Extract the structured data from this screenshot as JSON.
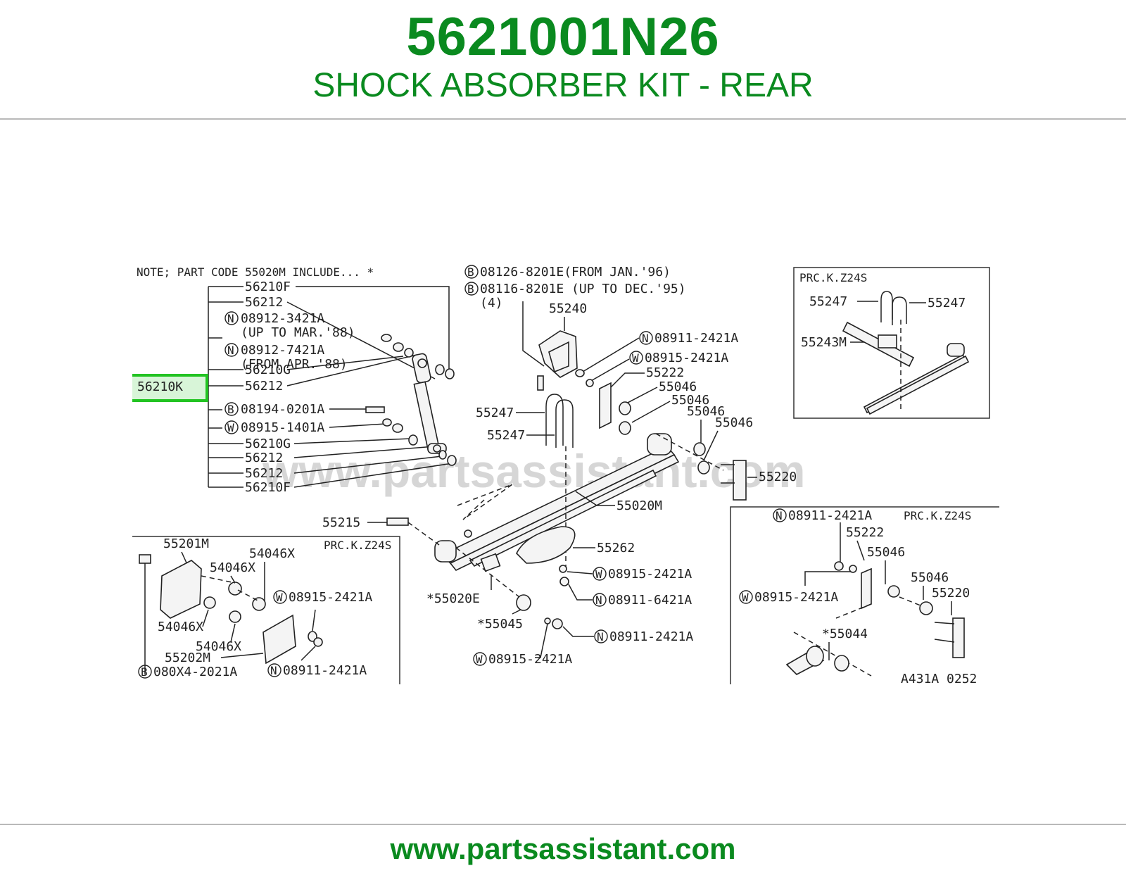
{
  "header": {
    "part_number": "5621001N26",
    "title": "SHOCK ABSORBER KIT - REAR"
  },
  "footer": {
    "url": "www.partsassistant.com"
  },
  "colors": {
    "brand": "#0a8a1f",
    "highlight": "#22c322",
    "highlight_fill": "#d8f5d8",
    "rule": "#b9b9b9"
  },
  "diagram": {
    "watermark": "www.partsassistant.com",
    "note": "NOTE; PART CODE 55020M INCLUDE... *",
    "highlighted_part": "56210K",
    "shock_labels": {
      "l1": "56210F",
      "l2": "56212",
      "l3": "08912-3421A",
      "l4": "(UP TO MAR.'88)",
      "l5": "08912-7421A",
      "l6": "(FROM APR.'88)",
      "l7": "56210G",
      "l8": "56212",
      "l9": "08194-0201A",
      "l10": "08915-1401A",
      "l11": "56210G",
      "l12": "56212",
      "l13": "56212",
      "l14": "56210F"
    },
    "spring_labels": {
      "b1": "08126-8201E(FROM JAN.'96)",
      "b2": "08116-8201E (UP TO DEC.'95)",
      "qty": "(4)",
      "p55240": "55240",
      "n1": "08911-2421A",
      "w1": "08915-2421A",
      "p55222": "55222",
      "p55046a": "55046",
      "p55046b": "55046",
      "p55046c": "55046",
      "p55046d": "55046",
      "p55247a": "55247",
      "p55247b": "55247",
      "p55220": "55220",
      "p55020m": "55020M",
      "p55215": "55215",
      "p55262": "55262",
      "w2": "08915-2421A",
      "n2": "08911-6421A",
      "p55020e": "*55020E",
      "p55045": "*55045",
      "n3": "08911-2421A",
      "w3": "08915-2421A"
    },
    "inset_top_right": {
      "prc": "PRC.K.Z24S",
      "a": "55247",
      "b": "55247",
      "c": "55243M"
    },
    "inset_bottom_left": {
      "prc": "PRC.K.Z24S",
      "p55201m": "55201M",
      "p54046x_a": "54046X",
      "p54046x_b": "54046X",
      "w": "08915-2421A",
      "p54046x_c": "54046X",
      "p54046x_d": "54046X",
      "p55202m": "55202M",
      "n": "08911-2421A",
      "b": "080X4-2021A"
    },
    "inset_bottom_right": {
      "n": "08911-2421A",
      "prc": "PRC.K.Z24S",
      "p55222": "55222",
      "p55046a": "55046",
      "w": "08915-2421A",
      "p55046b": "55046",
      "p55220": "55220",
      "p55044": "*55044",
      "ref": "A431A 0252"
    },
    "markers": {
      "N": "N",
      "W": "W",
      "B": "B"
    }
  }
}
